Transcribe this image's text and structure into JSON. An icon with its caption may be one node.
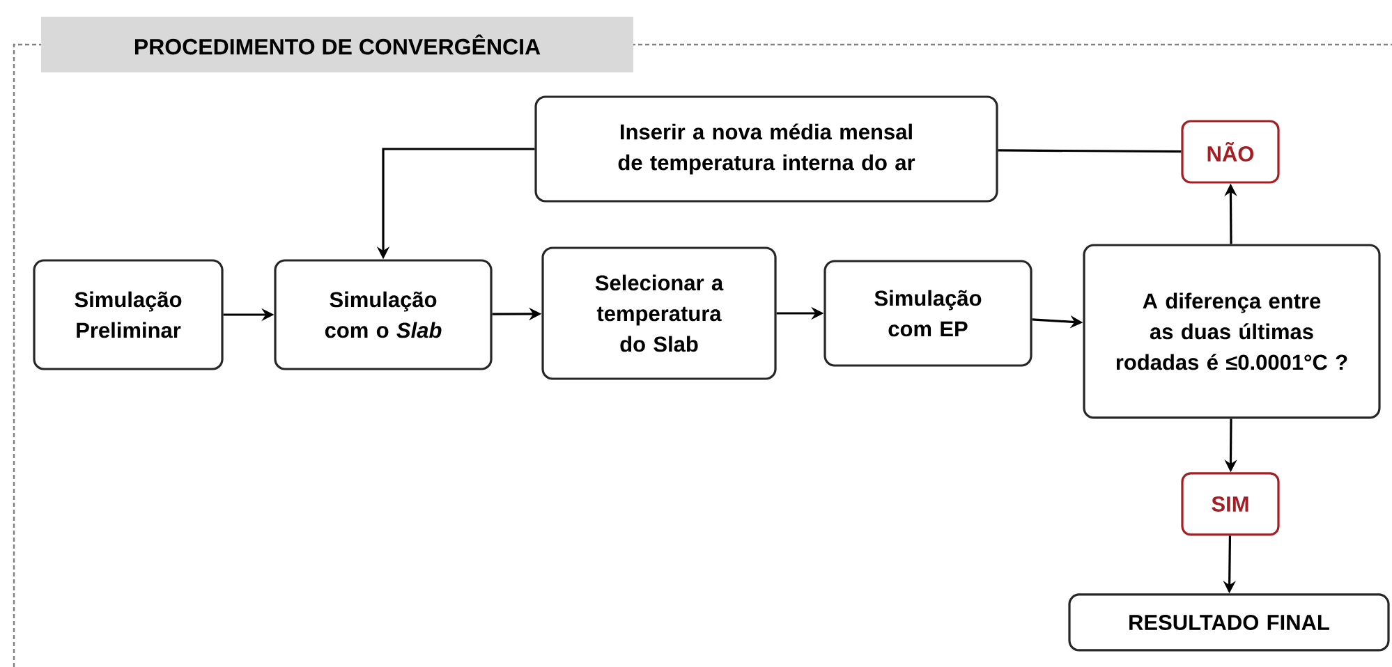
{
  "diagram": {
    "title": "PROCEDIMENTO DE CONVERGÊNCIA",
    "nodes": [
      {
        "text": [
          "Simulação Preliminar"
        ]
      },
      {
        "text": [
          "Simulação com o *Slab*"
        ]
      },
      {
        "text": [
          "Inserir a nova média mensal de temperatura interna do ar"
        ]
      },
      {
        "text": [
          "Selecionar a temperatura do Slab"
        ]
      },
      {
        "text": [
          "Simulação com EP"
        ]
      },
      {
        "text": [
          "NÃO"
        ]
      },
      {
        "text": [
          "A diferença entre as duas últimas rodadas é ≤0.0001°C ?"
        ]
      },
      {
        "text": [
          "SIM"
        ]
      },
      {
        "text": [
          "RESULTADO FINAL"
        ]
      }
    ],
    "edges": [
      {
        "from": 0,
        "to": 1,
        "arrow": "to"
      },
      {
        "from": 1,
        "to": 3,
        "arrow": "to"
      },
      {
        "from": 3,
        "to": 4,
        "arrow": "to"
      },
      {
        "from": 4,
        "to": 6,
        "arrow": "to"
      },
      {
        "from": 6,
        "to": 5,
        "arrow": "to"
      },
      {
        "from": 5,
        "to": 2,
        "arrow": "none"
      },
      {
        "from": 2,
        "to": 1,
        "arrow": "to"
      },
      {
        "from": 6,
        "to": 7,
        "arrow": "to"
      },
      {
        "from": 7,
        "to": 8,
        "arrow": "to"
      }
    ]
  }
}
